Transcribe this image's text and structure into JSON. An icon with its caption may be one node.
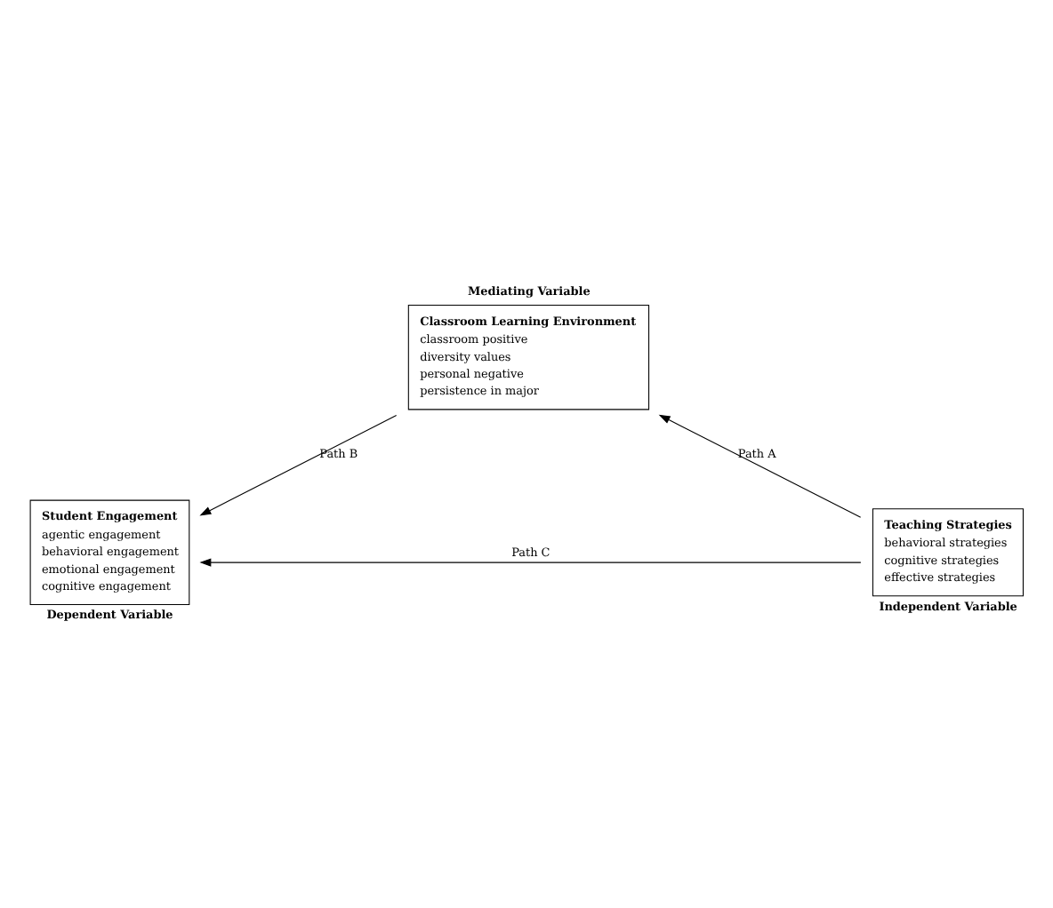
{
  "diagram": {
    "nodes": [
      {
        "text": [
          "Classroom Learning Environment",
          "classroom positive",
          "diversity values",
          "personal negative",
          "persistence in major"
        ],
        "beside": [
          "Mediating Variable"
        ]
      },
      {
        "text": [
          "Teaching Strategies",
          "behavioral strategies",
          "cognitive strategies",
          "effective strategies"
        ],
        "beside": [
          "Independent Variable"
        ]
      },
      {
        "text": [
          "Student Engagement",
          "agentic engagement",
          "behavioral engagement",
          "emotional engagement",
          "cognitive engagement"
        ],
        "beside": [
          "Dependent Variable"
        ]
      }
    ],
    "edges": [
      {
        "from": 1,
        "to": 0,
        "arrow": "to",
        "label": "Path A"
      },
      {
        "from": 0,
        "to": 2,
        "arrow": "to",
        "label": "Path B"
      },
      {
        "from": 1,
        "to": 2,
        "arrow": "to",
        "label": "Path C"
      }
    ]
  }
}
